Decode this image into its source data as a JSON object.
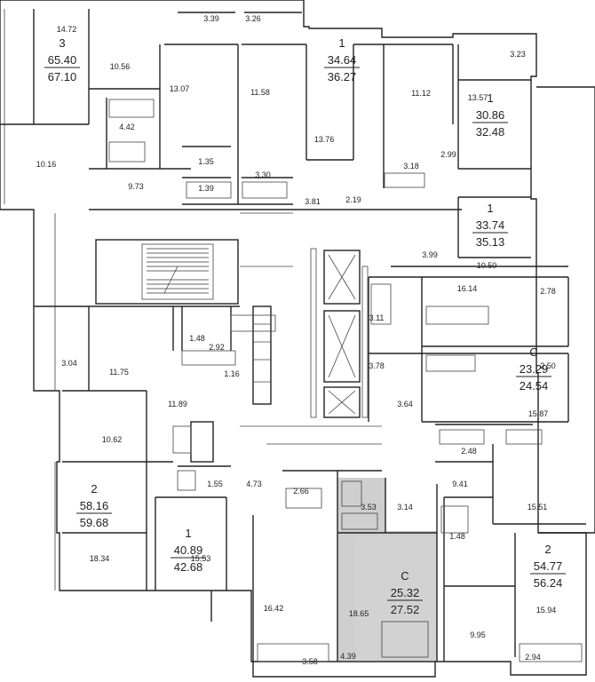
{
  "plan": {
    "highlight_color": "#cfcfcf",
    "apartments": [
      {
        "id": "apt-3-room",
        "type": "3",
        "area_living": "65.40",
        "area_total": "67.10"
      },
      {
        "id": "apt-1-room-a",
        "type": "1",
        "area_living": "34.64",
        "area_total": "36.27"
      },
      {
        "id": "apt-1-room-b",
        "type": "1",
        "area_living": "30.86",
        "area_total": "32.48"
      },
      {
        "id": "apt-1-room-c",
        "type": "1",
        "area_living": "33.74",
        "area_total": "35.13"
      },
      {
        "id": "apt-studio-a",
        "type": "С",
        "area_living": "23.29",
        "area_total": "24.54"
      },
      {
        "id": "apt-2-room-a",
        "type": "2",
        "area_living": "58.16",
        "area_total": "59.68"
      },
      {
        "id": "apt-1-room-d",
        "type": "1",
        "area_living": "40.89",
        "area_total": "42.68"
      },
      {
        "id": "apt-studio-b",
        "type": "С",
        "area_living": "25.32",
        "area_total": "27.52",
        "highlighted": true
      },
      {
        "id": "apt-2-room-b",
        "type": "2",
        "area_living": "54.77",
        "area_total": "56.24"
      }
    ],
    "room_areas": [
      "14.72",
      "3.39",
      "3.26",
      "3.23",
      "10.56",
      "13.07",
      "11.58",
      "11.12",
      "13.57",
      "4.42",
      "13.76",
      "1.35",
      "3.30",
      "3.18",
      "2.99",
      "10.16",
      "9.73",
      "1.39",
      "3.81",
      "2.19",
      "3.99",
      "10.50",
      "3.11",
      "16.14",
      "2.78",
      "1.48",
      "2.92",
      "3.04",
      "11.75",
      "1.16",
      "3.78",
      "2.50",
      "11.89",
      "3.64",
      "15.87",
      "10.62",
      "2.48",
      "1.55",
      "4.73",
      "2.66",
      "9.41",
      "3.53",
      "3.14",
      "15.51",
      "18.34",
      "15.53",
      "1.48",
      "16.42",
      "18.65",
      "9.95",
      "15.94",
      "3.58",
      "4.39",
      "2.94"
    ]
  }
}
